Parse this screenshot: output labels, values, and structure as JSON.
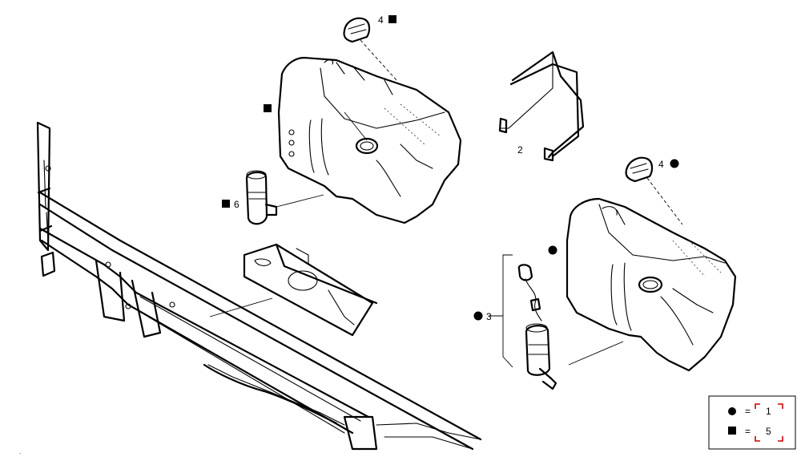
{
  "callouts": {
    "cap_top": "4",
    "cap_right": "4",
    "bracket": "2",
    "wiring_pump": "3",
    "pump_left": "6"
  },
  "legend": {
    "circle_eq": "=",
    "circle_value": "1",
    "square_eq": "=",
    "square_value": "5"
  },
  "colors": {
    "line": "#000000",
    "legend_accent": "#cc0000",
    "background": "#ffffff"
  }
}
